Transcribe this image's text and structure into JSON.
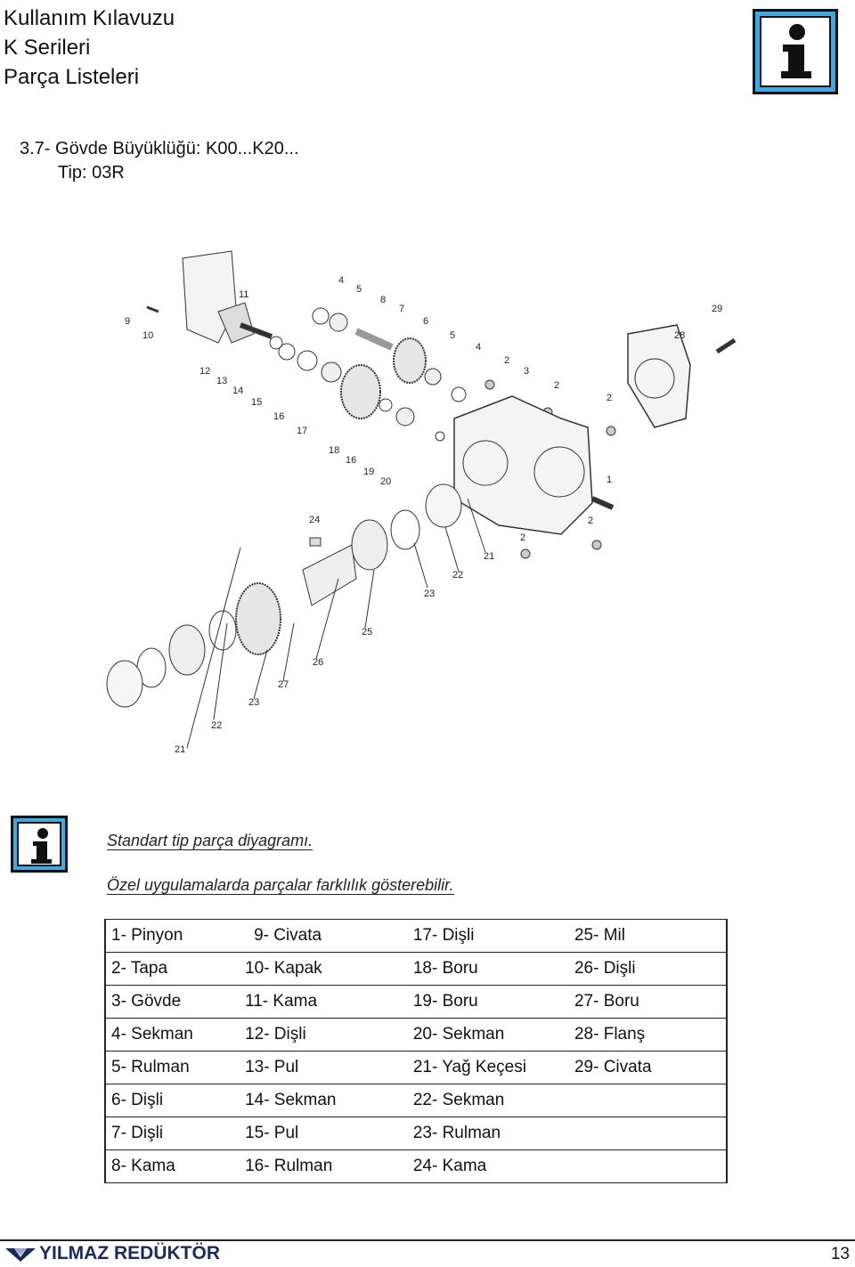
{
  "header": {
    "line1": "Kullanım Kılavuzu",
    "line2": "K  Serileri",
    "line3": "Parça Listeleri",
    "info_icon": "info-icon"
  },
  "section": {
    "title": "3.7- Gövde Büyüklüğü: K00...K20...",
    "type": "Tip: 03R"
  },
  "diagram": {
    "callouts": [
      "9",
      "10",
      "11",
      "4",
      "5",
      "8",
      "7",
      "6",
      "5",
      "4",
      "2",
      "3",
      "2",
      "2",
      "1",
      "29",
      "28",
      "12",
      "13",
      "14",
      "15",
      "16",
      "17",
      "18",
      "16",
      "19",
      "20",
      "24",
      "2",
      "2",
      "21",
      "22",
      "23",
      "25",
      "26",
      "27",
      "23",
      "22",
      "21"
    ]
  },
  "notes": {
    "icon": "info-icon",
    "line1": "Standart tip parça diyagramı.",
    "line2": "Özel uygulamalarda parçalar farklılık gösterebilir."
  },
  "parts_table": {
    "rows": [
      [
        "1- Pinyon",
        "9- Civata",
        "17- Dişli",
        "25- Mil"
      ],
      [
        "2- Tapa",
        "10- Kapak",
        "18- Boru",
        "26- Dişli"
      ],
      [
        "3- Gövde",
        "11- Kama",
        "19- Boru",
        "27- Boru"
      ],
      [
        "4- Sekman",
        "12- Dişli",
        "20- Sekman",
        "28- Flanş"
      ],
      [
        "5- Rulman",
        "13- Pul",
        "21- Yağ Keçesi",
        "29- Civata"
      ],
      [
        "6- Dişli",
        "14- Sekman",
        "22- Sekman",
        ""
      ],
      [
        "7- Dişli",
        "15- Pul",
        "23- Rulman",
        ""
      ],
      [
        "8- Kama",
        "16- Rulman",
        "24- Kama",
        ""
      ]
    ]
  },
  "footer": {
    "brand": "YILMAZ REDÜKTÖR",
    "page": "13",
    "logo": "yilmaz-logo-icon"
  },
  "colors": {
    "info_blue": "#3fa9e8",
    "brand_navy": "#1a2a5c"
  }
}
